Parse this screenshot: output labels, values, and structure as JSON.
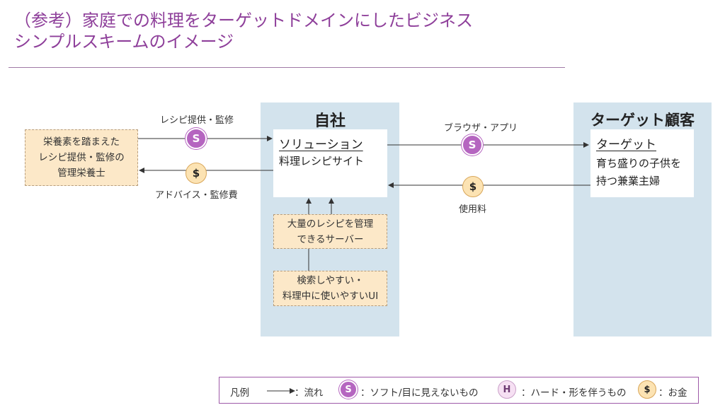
{
  "title": {
    "line1": "（参考）家庭での料理をターゲットドメインにしたビジネス",
    "line2": "シンプルスキームのイメージ"
  },
  "company": {
    "title": "自社",
    "solution_heading": "ソリューション",
    "solution_text": "料理レシピサイト",
    "server_box": "大量のレシピを管理\nできるサーバー",
    "ui_box": "検索しやすい・\n料理中に使いやすいUI"
  },
  "customer": {
    "title": "ターゲット顧客",
    "target_heading": "ターゲット",
    "target_text": "育ち盛りの子供を\n持つ兼業主婦"
  },
  "partner": {
    "box": "栄養素を踏まえた\nレシピ提供・監修の\n管理栄養士"
  },
  "flows": {
    "recipe_supply": {
      "label": "レシピ提供・監修",
      "coin": "S"
    },
    "advice_fee": {
      "label": "アドバイス・監修費",
      "coin": "$"
    },
    "browser_app": {
      "label": "ブラウザ・アプリ",
      "coin": "S"
    },
    "usage_fee": {
      "label": "使用料",
      "coin": "$"
    }
  },
  "legend": {
    "title": "凡例",
    "arrow_text": "：流れ",
    "s_coin": "S",
    "s_text": "：ソフト/目に見えないもの",
    "h_coin": "H",
    "h_text": "：ハード・形を伴うもの",
    "d_coin": "$",
    "d_text": "：お金"
  },
  "colors": {
    "title": "#8e3f9a",
    "panel": "#d3e3ed",
    "soft_coin": "#b565c0",
    "money_coin": "#fce3b3",
    "dashed_box": "#fce8c8"
  }
}
